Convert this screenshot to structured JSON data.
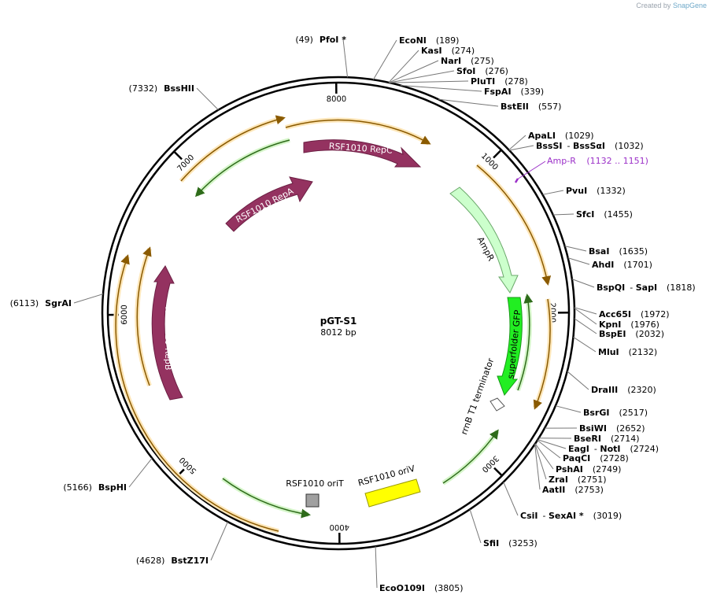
{
  "credit": {
    "prefix": "Created by",
    "brand": "SnapGene"
  },
  "plasmid": {
    "name": "pGT-S1",
    "length_label": "8012 bp",
    "length": 8012
  },
  "ruler": [
    {
      "pos": 1000,
      "label": "1000"
    },
    {
      "pos": 2000,
      "label": "2000"
    },
    {
      "pos": 3000,
      "label": "3000"
    },
    {
      "pos": 4000,
      "label": "4000"
    },
    {
      "pos": 5000,
      "label": "5000"
    },
    {
      "pos": 6000,
      "label": "6000"
    },
    {
      "pos": 7000,
      "label": "7000"
    },
    {
      "pos": 8000,
      "label": "8000"
    }
  ],
  "enzymes_right": [
    {
      "name": "EcoNI",
      "pos": "(189)",
      "site": 189
    },
    {
      "name": "KasI",
      "pos": "(274)",
      "site": 274
    },
    {
      "name": "NarI",
      "pos": "(275)",
      "site": 275
    },
    {
      "name": "SfoI",
      "pos": "(276)",
      "site": 276
    },
    {
      "name": "PluTI",
      "pos": "(278)",
      "site": 278
    },
    {
      "name": "FspAI",
      "pos": "(339)",
      "site": 339
    },
    {
      "name": "BstEII",
      "pos": "(557)",
      "site": 557
    },
    {
      "name": "ApaLI",
      "pos": "(1029)",
      "site": 1029
    },
    {
      "name": "BssSI",
      "name2": "BssSαI",
      "pos": "(1032)",
      "site": 1032
    },
    {
      "name": "PvuI",
      "pos": "(1332)",
      "site": 1332
    },
    {
      "name": "SfcI",
      "pos": "(1455)",
      "site": 1455
    },
    {
      "name": "BsaI",
      "pos": "(1635)",
      "site": 1635
    },
    {
      "name": "AhdI",
      "pos": "(1701)",
      "site": 1701
    },
    {
      "name": "BspQI",
      "name2": "SapI",
      "pos": "(1818)",
      "site": 1818
    },
    {
      "name": "Acc65I",
      "pos": "(1972)",
      "site": 1972
    },
    {
      "name": "KpnI",
      "pos": "(1976)",
      "site": 1976
    },
    {
      "name": "BspEI",
      "pos": "(2032)",
      "site": 2032
    },
    {
      "name": "MluI",
      "pos": "(2132)",
      "site": 2132
    },
    {
      "name": "DraIII",
      "pos": "(2320)",
      "site": 2320
    },
    {
      "name": "BsrGI",
      "pos": "(2517)",
      "site": 2517
    },
    {
      "name": "BsiWI",
      "pos": "(2652)",
      "site": 2652
    },
    {
      "name": "BseRI",
      "pos": "(2714)",
      "site": 2714
    },
    {
      "name": "EagI",
      "name2": "NotI",
      "pos": "(2724)",
      "site": 2724
    },
    {
      "name": "PaqCI",
      "pos": "(2728)",
      "site": 2728
    },
    {
      "name": "PshAI",
      "pos": "(2749)",
      "site": 2749
    },
    {
      "name": "ZraI",
      "pos": "(2751)",
      "site": 2751
    },
    {
      "name": "AatII",
      "pos": "(2753)",
      "site": 2753
    },
    {
      "name": "CsiI",
      "name2": "SexAI *",
      "pos": "(3019)",
      "site": 3019
    },
    {
      "name": "SfiI",
      "pos": "(3253)",
      "site": 3253
    },
    {
      "name": "EcoO109I",
      "pos": "(3805)",
      "site": 3805
    }
  ],
  "enzymes_left": [
    {
      "name": "PfoI *",
      "pos": "(49)",
      "site": 49
    },
    {
      "name": "BssHII",
      "pos": "(7332)",
      "site": 7332
    },
    {
      "name": "SgrAI",
      "pos": "(6113)",
      "site": 6113
    },
    {
      "name": "BspHI",
      "pos": "(5166)",
      "site": 5166
    },
    {
      "name": "BstZ17I",
      "pos": "(4628)",
      "site": 4628
    }
  ],
  "primer": {
    "name": "Amp-R",
    "range": "(1132 .. 1151)",
    "color": "#9b30c8"
  },
  "features": [
    {
      "name": "RSF1010 RepC",
      "color": "#943260"
    },
    {
      "name": "RSF1010 RepA",
      "color": "#943260"
    },
    {
      "name": "RSF1010 RepB",
      "color": "#943260"
    },
    {
      "name": "AmpR",
      "color": "#ccffcc"
    },
    {
      "name": "superfolder GFP",
      "color": "#22ee22"
    },
    {
      "name": "rrnB T1 terminator",
      "color": "#ffffff"
    },
    {
      "name": "RSF1010 oriV",
      "color": "#ffff00"
    },
    {
      "name": "RSF1010 oriT",
      "color": "#a0a0a0"
    }
  ],
  "colors": {
    "orf_orange": "#f5b342",
    "orf_green": "#a8e89a",
    "repc": "#943260"
  }
}
